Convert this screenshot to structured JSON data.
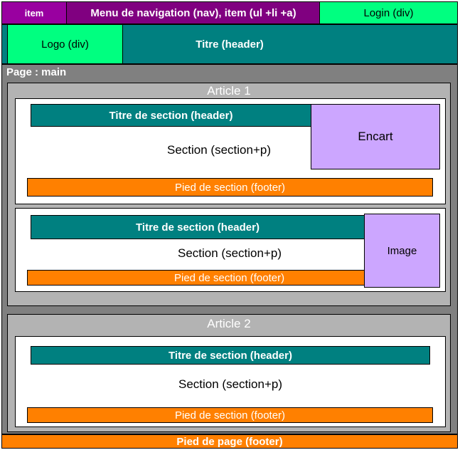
{
  "nav": {
    "item_label": "item",
    "menu_label": "Menu de navigation (nav), item (ul +li +a)",
    "login_label": "Login (div)"
  },
  "header": {
    "logo_label": "Logo (div)",
    "title_label": "Titre (header)"
  },
  "main": {
    "label": "Page : main",
    "articles": [
      {
        "title": "Article 1",
        "sections": [
          {
            "header": "Titre de section (header)",
            "body": "Section (section+p)",
            "footer": "Pied de section (footer)",
            "aside": "Encart"
          },
          {
            "header": "Titre de section (header)",
            "body": "Section (section+p)",
            "footer": "Pied de section (footer)",
            "aside": "Image"
          }
        ]
      },
      {
        "title": "Article 2",
        "sections": [
          {
            "header": "Titre de section (header)",
            "body": "Section (section+p)",
            "footer": "Pied de section (footer)"
          }
        ]
      }
    ]
  },
  "footer": {
    "label": "Pied de page (footer)"
  },
  "colors": {
    "nav": "#800080",
    "nav_item": "#9900a0",
    "login_logo": "#00ff80",
    "header_teal": "#008080",
    "main_grey": "#808080",
    "article_grey": "#b3b3b3",
    "footer_orange": "#ff8000",
    "aside_lilac": "#cca6ff"
  }
}
